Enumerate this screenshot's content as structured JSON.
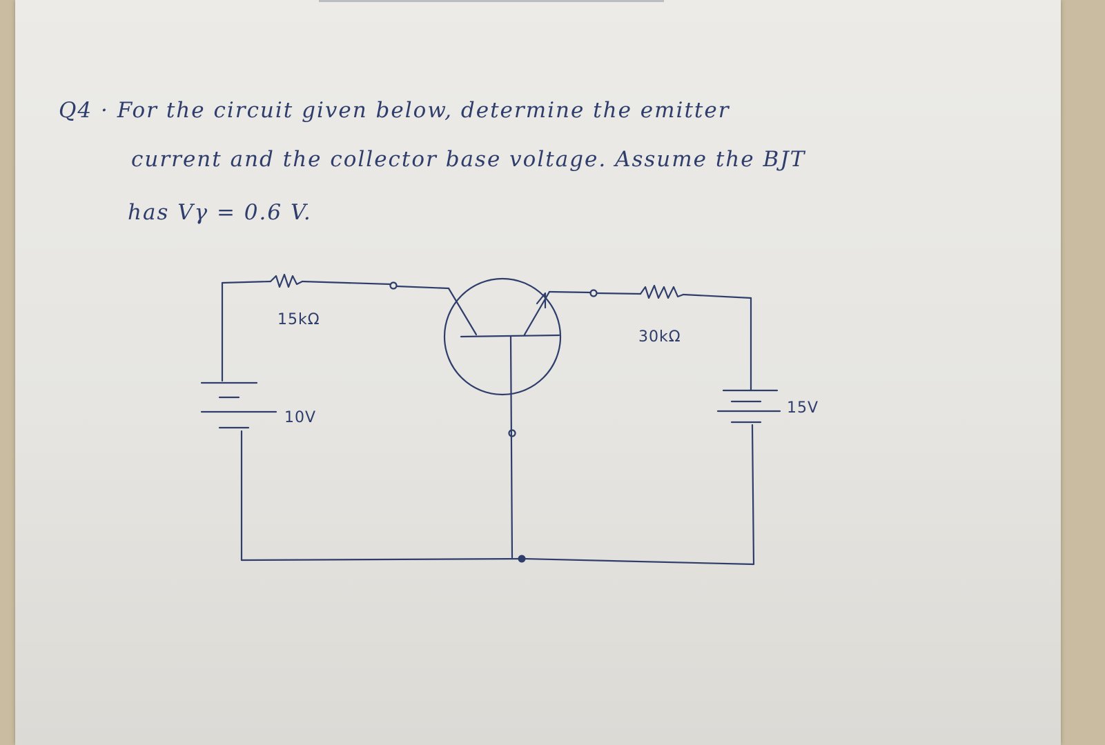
{
  "question": {
    "line1": "Q4 · For the circuit given below, determine the emitter",
    "line2": "current and the collector base voltage. Assume the BJT",
    "line3": "has Vγ = 0.6 V."
  },
  "circuit": {
    "r1_label": "15kΩ",
    "r2_label": "30kΩ",
    "v1_label": "10V",
    "v2_label": "15V"
  }
}
